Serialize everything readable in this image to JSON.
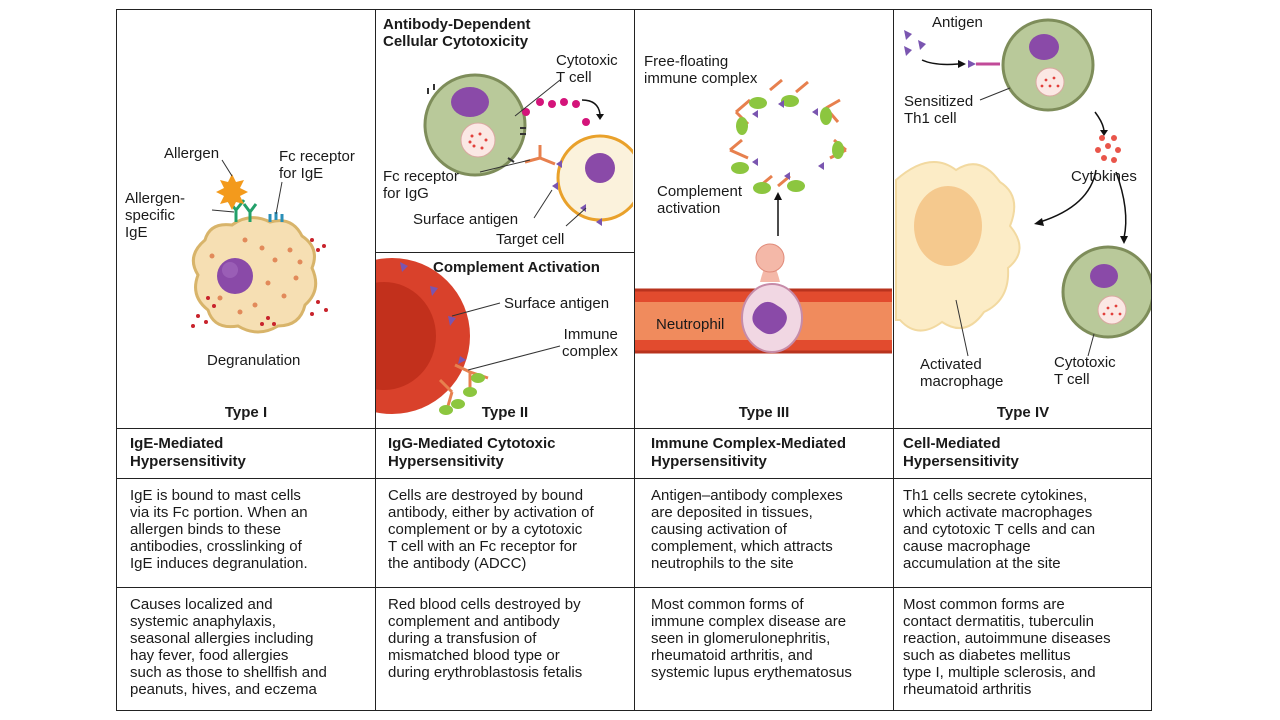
{
  "panels": [
    {
      "type_label": "Type I",
      "title": "IgE-Mediated\nHypersensitivity",
      "description": "IgE is bound to mast cells\nvia its Fc portion. When an\nallergen binds to these\nantibodies, crosslinking of\nIgE induces degranulation.",
      "examples": "Causes localized and\nsystemic anaphylaxis,\nseasonal allergies including\nhay fever, food allergies\nsuch as those to shellfish and\npeanuts, hives, and eczema",
      "labels": {
        "allergen": "Allergen",
        "fc_receptor": "Fc receptor\nfor IgE",
        "specific_ige": "Allergen-\nspecific\nIgE",
        "degranulation": "Degranulation"
      }
    },
    {
      "type_label": "Type II",
      "title": "IgG-Mediated Cytotoxic\nHypersensitivity",
      "description": "Cells are destroyed by bound\nantibody, either by activation of\ncomplement or by a cytotoxic\nT cell with an Fc receptor for\nthe antibody (ADCC)",
      "examples": "Red blood cells destroyed by\ncomplement and antibody\nduring a transfusion of\nmismatched blood type or\nduring erythroblastosis fetalis",
      "labels": {
        "adcc_title": "Antibody-Dependent\nCellular Cytotoxicity",
        "cytotoxic_t": "Cytotoxic\nT cell",
        "fc_receptor_igg": "Fc receptor\nfor IgG",
        "surface_antigen": "Surface antigen",
        "target_cell": "Target cell",
        "complement_title": "Complement Activation",
        "surface_antigen_2": "Surface antigen",
        "immune_complex": "Immune\ncomplex"
      }
    },
    {
      "type_label": "Type III",
      "title": "Immune Complex-Mediated\nHypersensitivity",
      "description": "Antigen–antibody complexes\nare deposited in tissues,\ncausing activation of\ncomplement, which attracts\nneutrophils to the site",
      "examples": "Most common forms of\nimmune complex disease are\nseen in glomerulonephritis,\nrheumatoid arthritis, and\nsystemic lupus erythematosus",
      "labels": {
        "free_floating": "Free-floating\nimmune complex",
        "complement_activation": "Complement\nactivation",
        "neutrophil": "Neutrophil"
      }
    },
    {
      "type_label": "Type IV",
      "title": "Cell-Mediated\nHypersensitivity",
      "description": "Th1 cells secrete cytokines,\nwhich activate macrophages\nand cytotoxic T cells and can\ncause macrophage\naccumulation at the site",
      "examples": "Most common forms are\ncontact dermatitis, tuberculin\nreaction, autoimmune diseases\nsuch as diabetes mellitus\ntype I, multiple sclerosis, and\nrheumatoid arthritis",
      "labels": {
        "antigen": "Antigen",
        "sensitized": "Sensitized\nTh1 cell",
        "cytokines": "Cytokines",
        "activated_macrophage": "Activated\nmacrophage",
        "cytotoxic_t": "Cytotoxic\nT cell"
      }
    }
  ],
  "colors": {
    "mast_cell": "#f6dfb3",
    "nucleus": "#8a4aa8",
    "t_cell": "#b9c99a",
    "rbc": "#d9412b",
    "antibody": "#e7804e",
    "complement": "#8cc63f",
    "granule": "#c8232c",
    "cytotoxin": "#d4147a",
    "antigen": "#7a55b0"
  }
}
